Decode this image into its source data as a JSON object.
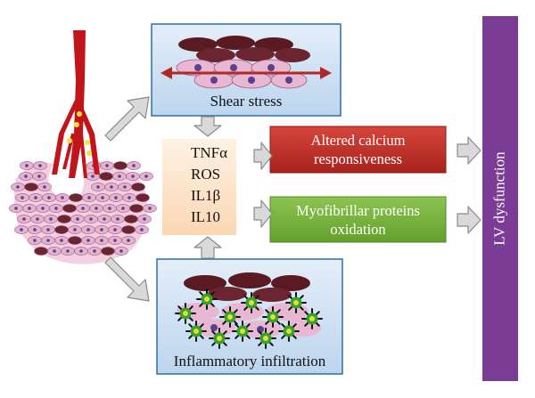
{
  "shear_stress": {
    "label": "Shear stress"
  },
  "mediators": {
    "items": [
      "TNFα",
      "ROS",
      "IL1β",
      "IL10"
    ]
  },
  "calcium_box": {
    "line1": "Altered calcium",
    "line2": "responsiveness",
    "color": "#c0322b"
  },
  "myofibrillar_box": {
    "line1": "Myofibrillar proteins",
    "line2": "oxidation",
    "color": "#7ab33e"
  },
  "inflammation": {
    "label": "Inflammatory infiltration"
  },
  "lv_bar": {
    "label": "LV dysfunction",
    "color": "#7b3c96"
  },
  "colors": {
    "panel_fill": "#cfe2f4",
    "panel_border": "#2f6fa9",
    "mediator_fill": "#fde3c8",
    "vessel": "#c2141b",
    "cell_pink": "#e8b8d2",
    "cell_dark": "#5a1a22",
    "nucleus": "#5b3f91",
    "immune_green": "#35a135",
    "immune_yellow": "#e8e020",
    "arrow_fill": "#d9d9d9"
  }
}
